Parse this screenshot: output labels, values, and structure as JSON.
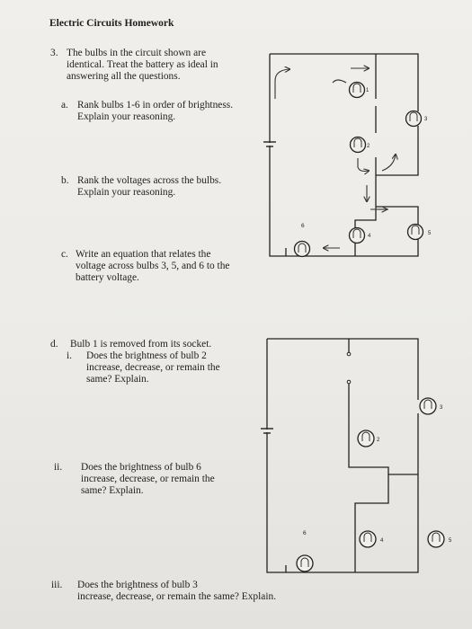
{
  "title": "Electric Circuits Homework",
  "problem": {
    "number": "3.",
    "intro": [
      "The bulbs in the circuit shown are",
      "identical. Treat the battery as ideal in",
      "answering all the questions."
    ]
  },
  "parts": {
    "a": {
      "label": "a.",
      "lines": [
        "Rank bulbs 1-6 in order of brightness.",
        "Explain your reasoning."
      ]
    },
    "b": {
      "label": "b.",
      "lines": [
        "Rank the voltages across the bulbs.",
        "Explain your reasoning."
      ]
    },
    "c": {
      "label": "c.",
      "lines": [
        "Write an equation that relates the",
        "voltage across bulbs 3, 5, and 6 to the",
        "battery voltage."
      ]
    },
    "d": {
      "label": "d.",
      "text": "Bulb 1 is removed from its socket.",
      "i": {
        "label": "i.",
        "lines": [
          "Does the brightness of bulb 2",
          "increase, decrease, or remain the",
          "same? Explain."
        ]
      },
      "ii": {
        "label": "ii.",
        "lines": [
          "Does the brightness of bulb 6",
          "increase, decrease, or remain the",
          "same? Explain."
        ]
      },
      "iii": {
        "label": "iii.",
        "lines": [
          "Does the brightness of bulb 3",
          "increase, decrease, or remain the same? Explain."
        ]
      }
    }
  },
  "circuit1": {
    "labels": {
      "b1": "1",
      "b2": "2",
      "b3": "3",
      "b4": "4",
      "b5": "5",
      "b6": "6"
    }
  },
  "circuit2": {
    "labels": {
      "b2": "2",
      "b3": "3",
      "b4": "4",
      "b5": "5",
      "b6": "6"
    }
  }
}
